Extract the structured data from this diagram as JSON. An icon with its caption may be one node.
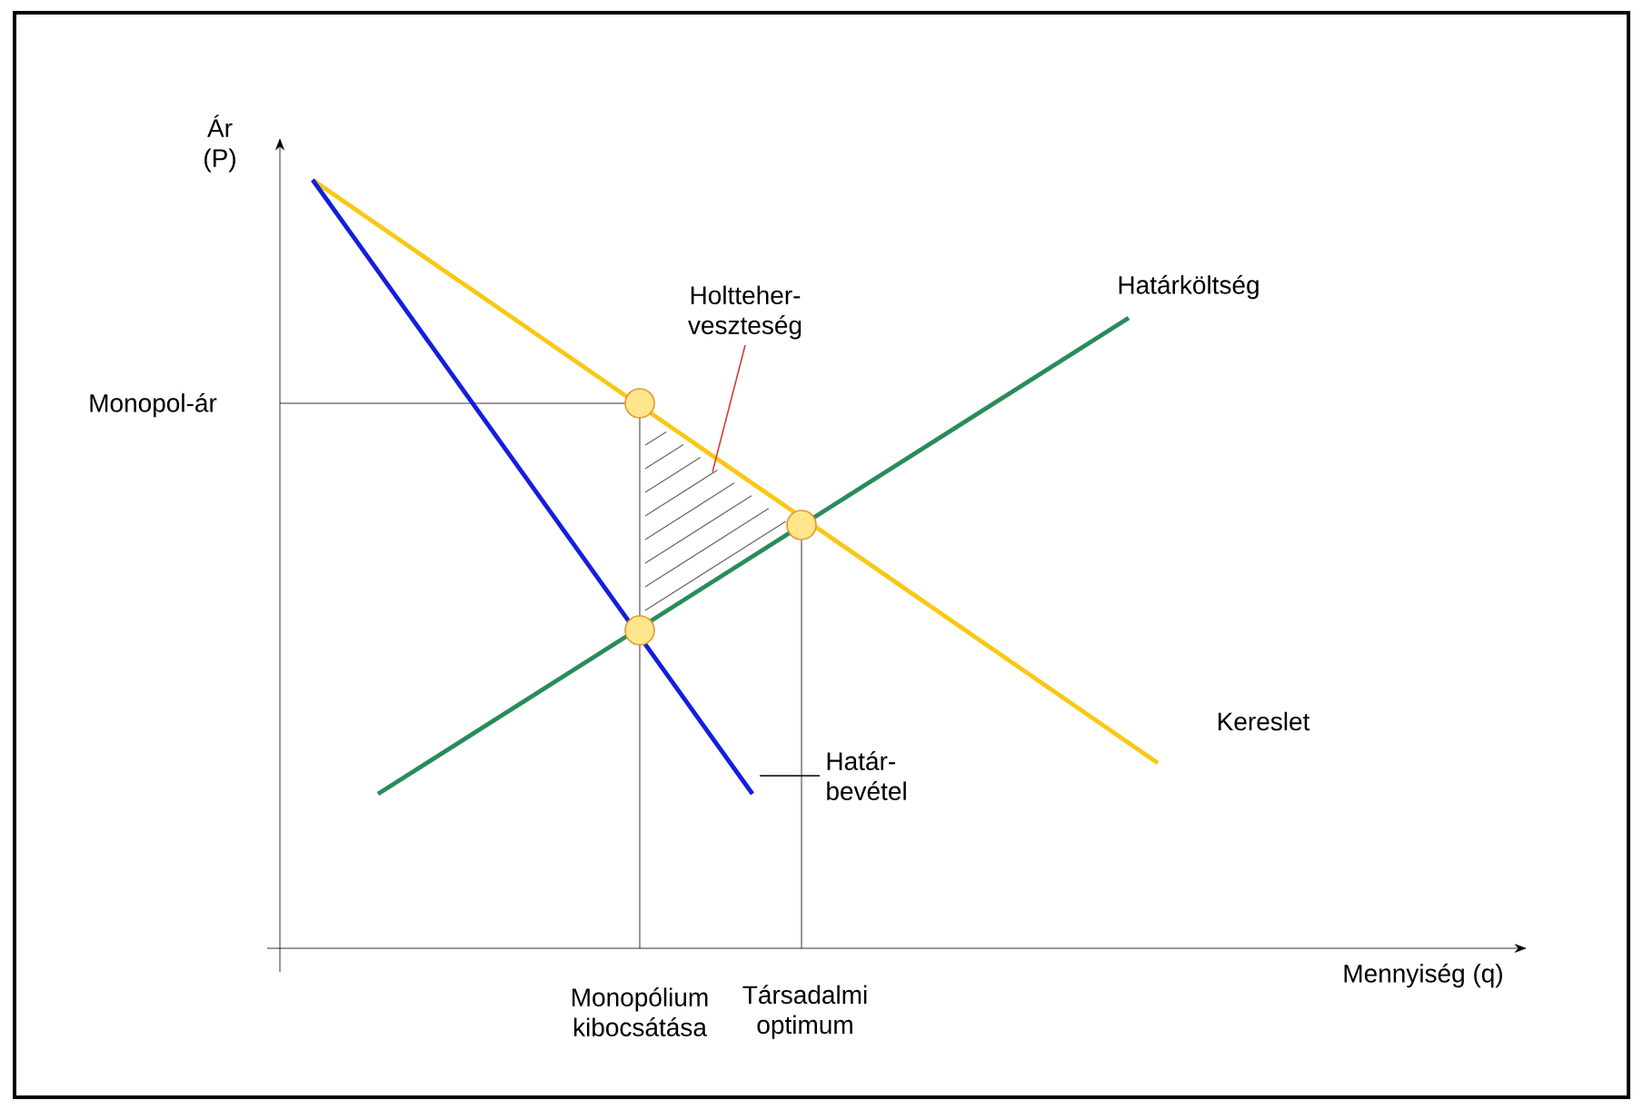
{
  "diagram": {
    "nodes": [
      {
        "text": [
          "Holtteher- veszteség"
        ]
      },
      {
        "text": [],
        "shape": "triangle"
      },
      {
        "text": [
          "Határ- bevétel"
        ]
      }
    ],
    "edges": [
      {
        "from": 0,
        "to": 1,
        "arrow": "none",
        "color": "#d04030"
      },
      {
        "from": 2,
        "to": null,
        "arrow": "none",
        "color": "#000000"
      }
    ],
    "labels": [
      "Ár (P)",
      "Monopol-ár",
      "Határköltség",
      "Kereslet",
      "Mennyiség (q)",
      "Monopólium kibocsátása",
      "Társadalmi optimum"
    ]
  }
}
